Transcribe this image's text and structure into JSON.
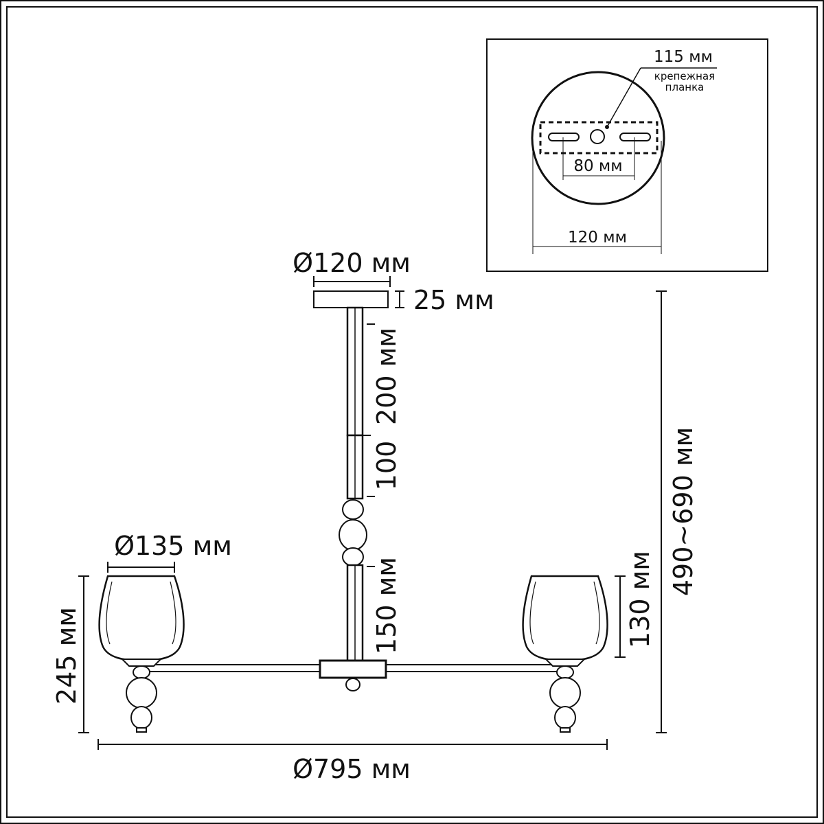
{
  "inset": {
    "plate_width": "115 мм",
    "plate_label_line1": "крепежная",
    "plate_label_line2": "планка",
    "hole_spacing": "80 мм",
    "canopy_width": "120 мм"
  },
  "main": {
    "canopy_diameter": "Ø120 мм",
    "canopy_height": "25 мм",
    "rod_upper": "200 мм",
    "rod_extension": "100",
    "rod_lower": "150 мм",
    "shade_diameter": "Ø135 мм",
    "arm_height": "245 мм",
    "shade_height": "130 мм",
    "total_height": "490~690 мм",
    "total_width": "Ø795 мм"
  }
}
